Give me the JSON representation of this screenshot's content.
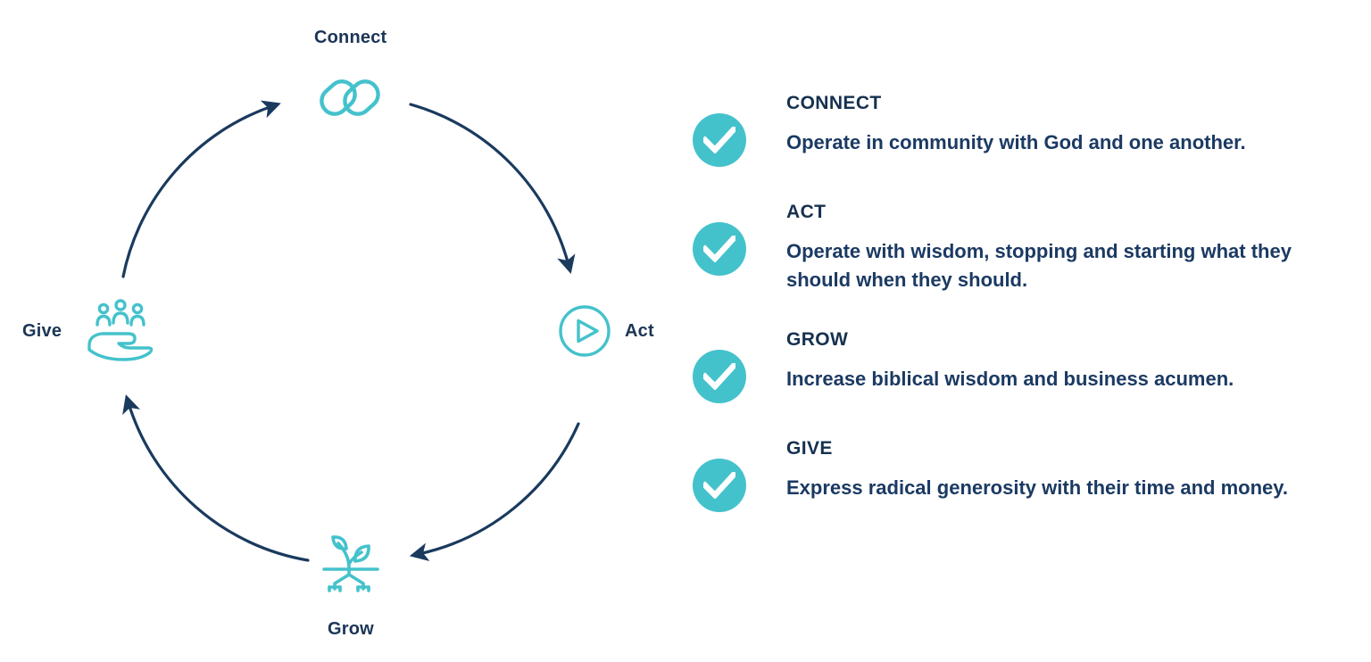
{
  "colors": {
    "teal": "#44c2cc",
    "navy": "#1b3557",
    "navy_dark": "#15314f",
    "navy_text": "#1b3a63",
    "arrow": "#1a3a5e",
    "background": "#ffffff"
  },
  "diagram": {
    "type": "cycle",
    "direction": "clockwise",
    "nodes": [
      {
        "id": "connect",
        "label": "Connect",
        "icon": "chain-link-icon",
        "position": "top"
      },
      {
        "id": "act",
        "label": "Act",
        "icon": "play-circle-icon",
        "position": "right"
      },
      {
        "id": "grow",
        "label": "Grow",
        "icon": "seedling-icon",
        "position": "bottom"
      },
      {
        "id": "give",
        "label": "Give",
        "icon": "hand-people-icon",
        "position": "left"
      }
    ],
    "arrows": [
      {
        "from": "connect",
        "to": "act"
      },
      {
        "from": "act",
        "to": "grow"
      },
      {
        "from": "grow",
        "to": "give"
      },
      {
        "from": "give",
        "to": "connect"
      }
    ]
  },
  "points": [
    {
      "id": "connect",
      "icon": "check-circle-icon",
      "title": "CONNECT",
      "description": "Operate in community with God and one another."
    },
    {
      "id": "act",
      "icon": "check-circle-icon",
      "title": "ACT",
      "description": "Operate with wisdom, stopping and starting what they should when they should."
    },
    {
      "id": "grow",
      "icon": "check-circle-icon",
      "title": "GROW",
      "description": "Increase biblical wisdom and business acumen."
    },
    {
      "id": "give",
      "icon": "check-circle-icon",
      "title": "GIVE",
      "description": "Express radical generosity with their time and money."
    }
  ]
}
